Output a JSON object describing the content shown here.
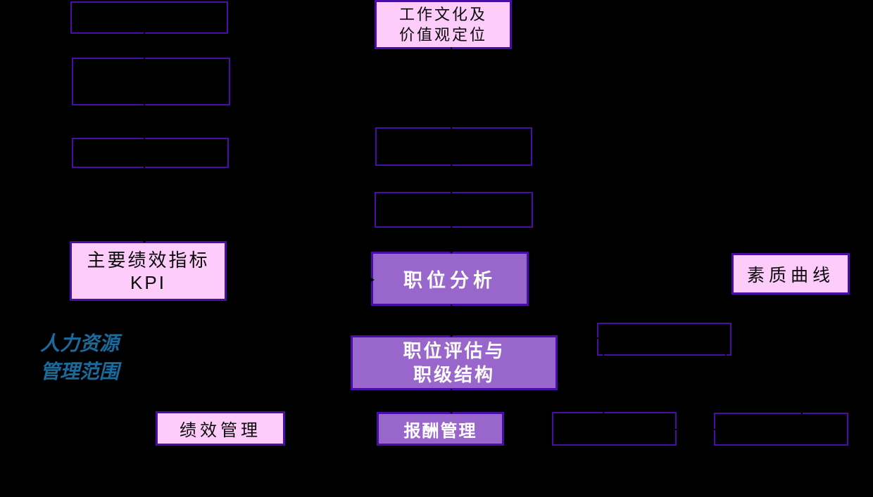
{
  "diagram": {
    "type": "flowchart",
    "background": "#000000",
    "colors": {
      "background": "#000000",
      "box_border": "#4a0da8",
      "pink_fill": "#fdccfb",
      "purple_fill": "#9966cc",
      "text_dark": "#0a0a0a",
      "text_light": "#ffffff",
      "label_blue": "#1a6b9c",
      "connector": "#000000"
    },
    "nodes": {
      "culture": {
        "line1": "工作文化及",
        "line2": "价值观定位"
      },
      "kpi": {
        "line1": "主要绩效指标",
        "line2": "KPI"
      },
      "job_analysis": {
        "label": "职位分析"
      },
      "job_evaluation": {
        "line1": "职位评估与",
        "line2": "职级结构"
      },
      "quality_curve": {
        "label": "素质曲线"
      },
      "performance_mgmt": {
        "label": "绩效管理"
      },
      "compensation_mgmt": {
        "label": "报酬管理"
      },
      "empty_left_1": {
        "label": ""
      },
      "empty_left_2": {
        "label": ""
      },
      "empty_left_3": {
        "label": ""
      },
      "empty_mid_1": {
        "label": ""
      },
      "empty_mid_2": {
        "label": ""
      },
      "empty_right_1": {
        "label": ""
      },
      "empty_right_2": {
        "label": ""
      },
      "empty_right_3": {
        "label": ""
      }
    },
    "side_label": {
      "line1": "人力资源",
      "line2": "管理范围"
    }
  }
}
